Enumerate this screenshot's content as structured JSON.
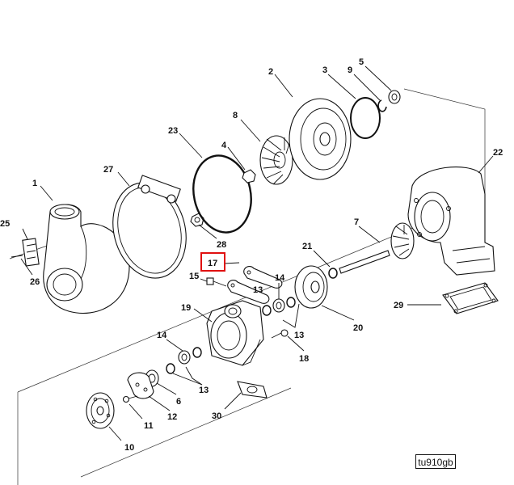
{
  "diagram": {
    "callouts": [
      {
        "id": "c1",
        "text": "1"
      },
      {
        "id": "c2",
        "text": "2"
      },
      {
        "id": "c3",
        "text": "3"
      },
      {
        "id": "c4",
        "text": "4"
      },
      {
        "id": "c5",
        "text": "5"
      },
      {
        "id": "c6",
        "text": "6"
      },
      {
        "id": "c7",
        "text": "7"
      },
      {
        "id": "c8",
        "text": "8"
      },
      {
        "id": "c9",
        "text": "9"
      },
      {
        "id": "c10",
        "text": "10"
      },
      {
        "id": "c11",
        "text": "11"
      },
      {
        "id": "c12",
        "text": "12"
      },
      {
        "id": "c13a",
        "text": "13"
      },
      {
        "id": "c13b",
        "text": "13"
      },
      {
        "id": "c13c",
        "text": "13"
      },
      {
        "id": "c14a",
        "text": "14"
      },
      {
        "id": "c14b",
        "text": "14"
      },
      {
        "id": "c15",
        "text": "15"
      },
      {
        "id": "c17",
        "text": "17"
      },
      {
        "id": "c18",
        "text": "18"
      },
      {
        "id": "c19",
        "text": "19"
      },
      {
        "id": "c20",
        "text": "20"
      },
      {
        "id": "c21",
        "text": "21"
      },
      {
        "id": "c22",
        "text": "22"
      },
      {
        "id": "c23",
        "text": "23"
      },
      {
        "id": "c25",
        "text": "25"
      },
      {
        "id": "c26",
        "text": "26"
      },
      {
        "id": "c27",
        "text": "27"
      },
      {
        "id": "c28",
        "text": "28"
      },
      {
        "id": "c29",
        "text": "29"
      },
      {
        "id": "c30",
        "text": "30"
      }
    ],
    "highlighted_callout": "17",
    "highlight_color": "#e01010",
    "figure_code": "tu910gb"
  }
}
